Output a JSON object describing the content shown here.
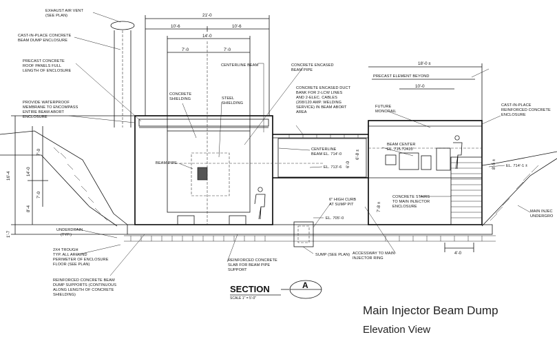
{
  "labels": {
    "exhaust_vent": [
      "EXHAUST AIR VENT",
      "(SEE PLAN)"
    ],
    "cast_dump": [
      "CAST-IN-PLACE CONCRETE",
      "BEAM DUMP ENCLOSURE"
    ],
    "precast_roof": [
      "PRECAST CONCRETE",
      "ROOF PANELS FULL",
      "LENGTH OF ENCLOSURE"
    ],
    "centerline_beam": "CENTERLINE BEAM",
    "encased_pipe": [
      "CONCRETE ENCASED",
      "BEAM PIPE"
    ],
    "concrete_shielding": [
      "CONCRETE",
      "SHIELDING"
    ],
    "steel_shielding": [
      "STEEL",
      "SHIELDING"
    ],
    "waterproof": [
      "PROVIDE WATERPROOF",
      "MEMBRANE TO ENCOMPASS",
      "ENTIRE BEAM ABORT",
      "ENCLOSURE"
    ],
    "beam_pipe": "BEAM PIPE",
    "duct_bank": [
      "CONCRETE ENCASED DUCT",
      "BANK FOR 2-LCW LINES",
      "AND 2-ELEC. CABLES",
      "(208/120 AMP. WELDING",
      "SERVICE) IN BEAM ABORT",
      "AREA"
    ],
    "precast_beyond": "PRECAST ELEMENT BEYOND",
    "future_monorail": [
      "FUTURE",
      "MONORAIL"
    ],
    "cast_enclosure_r": [
      "CAST-IN-PLACE",
      "REINFORCED CONCRETE",
      "ENCLOSURE"
    ],
    "centerline_beam_el": [
      "CENTERLINE",
      "BEAM EL. 714'-0"
    ],
    "beam_center": [
      "BEAM CENTER",
      "EL. 715.72410'"
    ],
    "el_713": "EL. 713'-6",
    "el_714_1": "EL. 714'-1 ±",
    "high_curb": [
      "6\" HIGH CURB",
      "AT SUMP PIT"
    ],
    "el_705": "EL. 705'-0",
    "concrete_stairs": [
      "CONCRETE STAIRS",
      "TO MAIN INJECTOR",
      "ENCLOSURE"
    ],
    "main_inj_cut": [
      "MAIN INJEC",
      "UNDERGRO"
    ],
    "underdrain": [
      "UNDERDRAIN",
      "(TYP.)"
    ],
    "trough": [
      "2X4 TROUGH",
      "TYP. ALL AROUND",
      "PERIMETER OF ENCLOSURE",
      "FLOOR (SEE PLAN)"
    ],
    "slab": [
      "REINFORCED CONCRETE",
      "SLAB FOR BEAM PIPE",
      "SUPPORT"
    ],
    "sump": "SUMP (SEE PLAN)",
    "accessway": [
      "ACCESSWAY TO MAIN",
      "INJECTOR RING"
    ],
    "dump_supports": [
      "REINFORCED CONCRETE BEAM",
      "DUMP SUPPORTS (CONTINUOUS",
      "ALONG LENGTH OF CONCRETE",
      "SHIELDING)"
    ]
  },
  "dims": {
    "overall": "21'-0",
    "left_half": "10'-6",
    "right_half": "10'-6",
    "mid_14": "14'-0",
    "seven_l": "7'-0",
    "seven_r": "7'-0",
    "right_18": "18'-0 ±",
    "right_10": "10'-0",
    "v_16_4": "16'-4",
    "v_14": "14'-0",
    "v_7a": "7'-0",
    "v_7b": "7'-0",
    "v_8_4": "8'-4",
    "v_1_7": "1'-7",
    "v_6_0": "6'-0",
    "v_6_8": "6'-8 ±",
    "v_7_8": "7'-8 ±",
    "v_8_5": "8'-5 ±",
    "bottom_4": "4'-0"
  },
  "section": {
    "title": "SECTION",
    "scale": "SCALE 1\" = 5'-0\"",
    "bubble": "A"
  },
  "caption": {
    "title": "Main Injector Beam Dump",
    "subtitle": "Elevation View"
  }
}
